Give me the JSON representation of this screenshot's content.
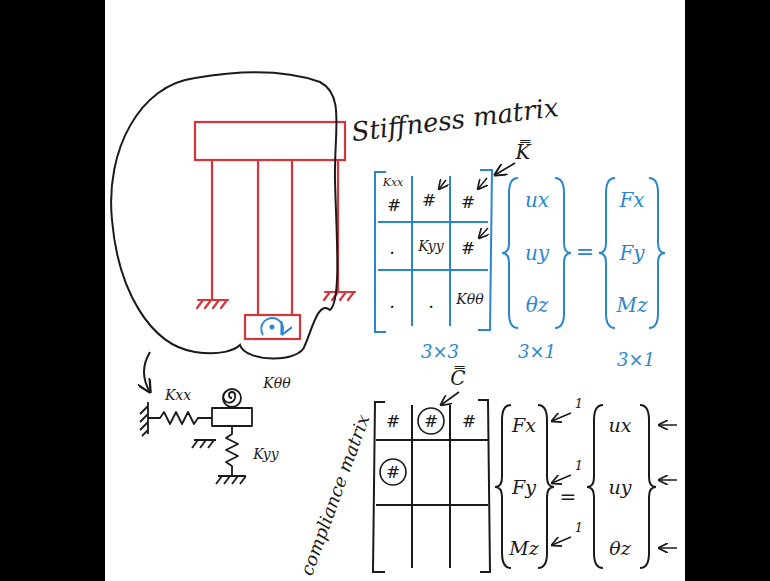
{
  "diagram": {
    "labels": [
      "Stiffness matrix",
      "K̿",
      "Kxx",
      "#",
      "#",
      "#",
      ".",
      "Kyy",
      "#",
      ".",
      ".",
      "Kθθ",
      "ux",
      "uy",
      "θz",
      "=",
      "Fx",
      "Fy",
      "Mz",
      "3×3",
      "3×1",
      "3×1",
      "Kxx",
      "Kθθ",
      "Kyy",
      "C̿",
      "#",
      "#",
      "#",
      "#",
      "Fx",
      "Fy",
      "Mz",
      "1",
      "1",
      "1",
      "=",
      "ux",
      "uy",
      "θz",
      "compliance matrix"
    ]
  }
}
